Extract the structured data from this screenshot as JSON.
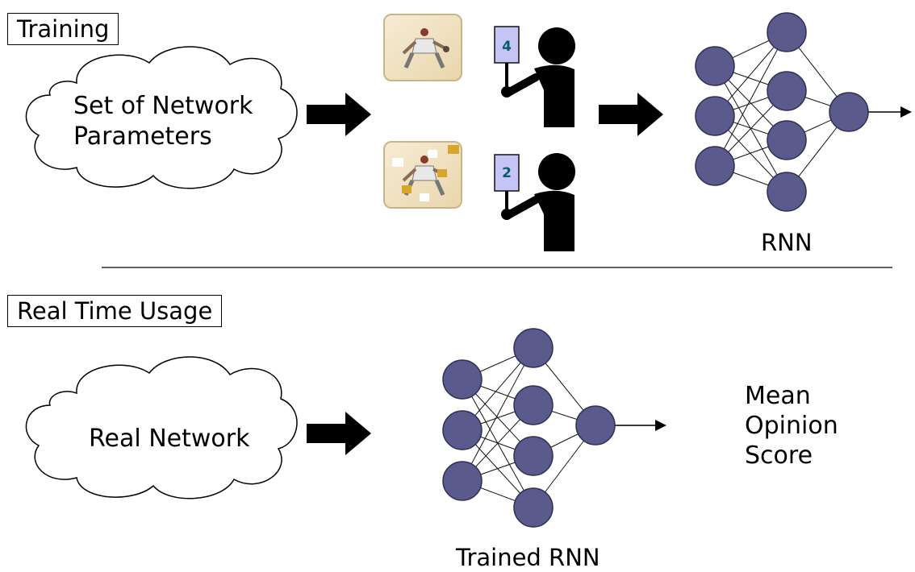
{
  "training": {
    "section_label": "Training",
    "cloud_line1": "Set of Network",
    "cloud_line2": "Parameters",
    "sign_top": "4",
    "sign_bottom": "2",
    "network_caption": "RNN"
  },
  "realtime": {
    "section_label": "Real Time Usage",
    "cloud_text": "Real Network",
    "network_caption": "Trained RNN",
    "output_line1": "Mean",
    "output_line2": "Opinion",
    "output_line3": "Score"
  },
  "colors": {
    "node_fill": "#5a5a8c",
    "node_stroke": "#2e2e52",
    "sign_fill": "#c5c5f5",
    "sign_text": "#0a5a6a",
    "photo_bg": "#f1e4c8",
    "photo_border": "#c9b489",
    "patch": "#d8a52e"
  }
}
